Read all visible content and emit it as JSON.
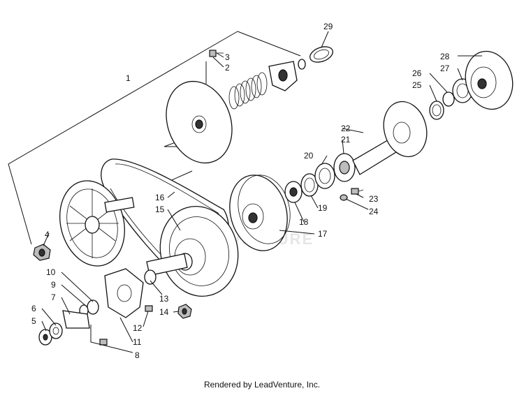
{
  "diagram": {
    "callouts": [
      "1",
      "2",
      "3",
      "4",
      "5",
      "6",
      "7",
      "8",
      "9",
      "10",
      "11",
      "12",
      "13",
      "14",
      "15",
      "16",
      "17",
      "18",
      "19",
      "20",
      "21",
      "22",
      "23",
      "24",
      "25",
      "26",
      "27",
      "28",
      "29"
    ]
  },
  "watermark": "VENTURE",
  "footer": "Rendered by LeadVenture, Inc."
}
